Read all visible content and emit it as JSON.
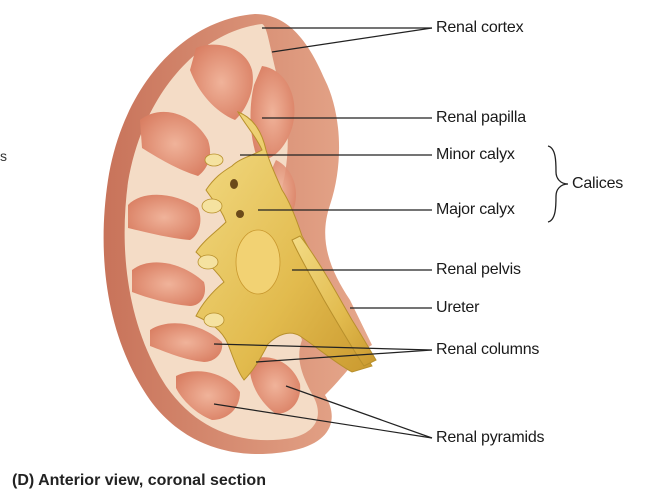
{
  "labels": {
    "renal_cortex": "Renal cortex",
    "renal_papilla": "Renal papilla",
    "minor_calyx": "Minor calyx",
    "calices": "Calices",
    "major_calyx": "Major calyx",
    "renal_pelvis": "Renal pelvis",
    "ureter": "Ureter",
    "renal_columns": "Renal columns",
    "renal_pyramids": "Renal pyramids"
  },
  "caption": "(D) Anterior view, coronal section",
  "edge_mark": "s",
  "colors": {
    "capsule": "#d98a6c",
    "cortex": "#f4dcc6",
    "pyramid": "#e39a7c",
    "calyx": "#e8c35a",
    "calyx_dark": "#b8902c",
    "leader_line": "#222222"
  }
}
